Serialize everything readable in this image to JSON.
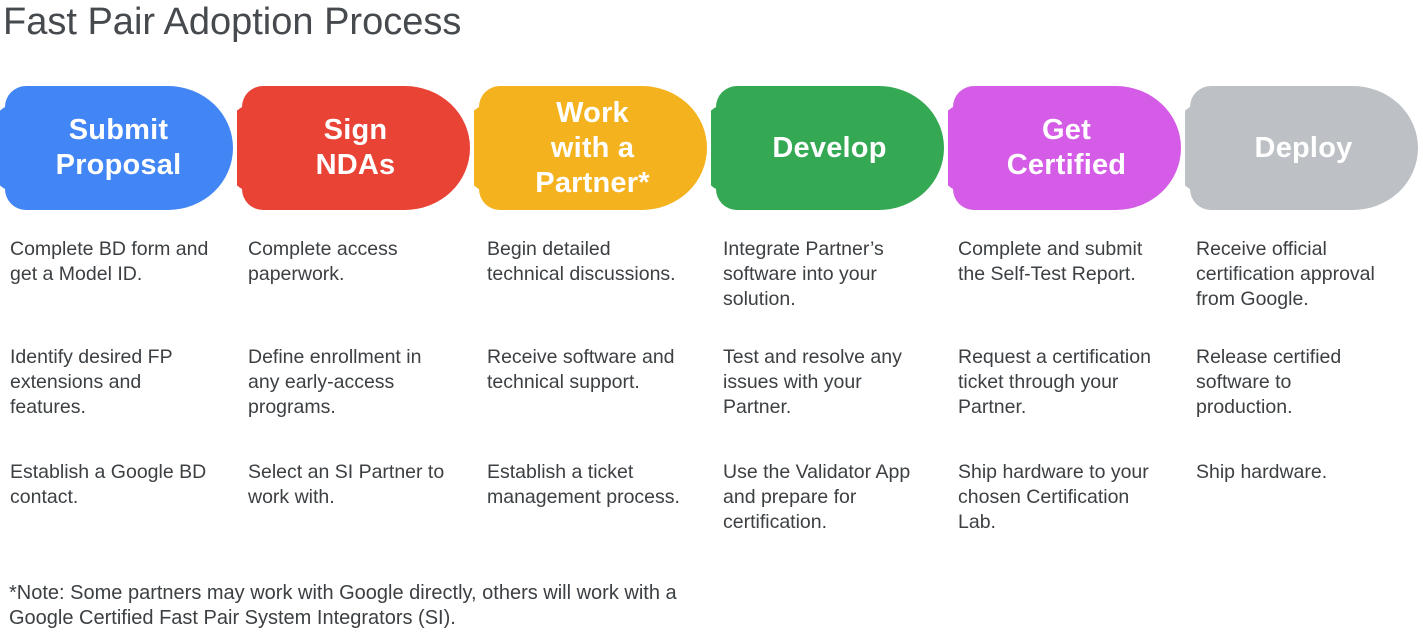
{
  "title": "Fast Pair Adoption Process",
  "footnote": "*Note: Some partners may work with Google directly, others will work with a\nGoogle Certified Fast Pair System Integrators (SI).",
  "colors": {
    "blue": "#4285F4",
    "red": "#E94335",
    "yellow": "#F4B21E",
    "green": "#34A853",
    "magenta": "#D55CE6",
    "gray": "#BDC1C6",
    "label_text": "#FFFFFF",
    "body_text": "#3C4043"
  },
  "stages": [
    {
      "id": "submit-proposal",
      "label": "Submit\nProposal",
      "color": "#4285F4",
      "notes": [
        "Complete BD form and\nget a Model ID.",
        "Identify desired FP\nextensions and\nfeatures.",
        "Establish a Google BD\ncontact."
      ]
    },
    {
      "id": "sign-ndas",
      "label": "Sign\nNDAs",
      "color": "#E94335",
      "notes": [
        "Complete access\npaperwork.",
        "Define enrollment in\nany early-access\nprograms.",
        "Select an SI Partner to\nwork with."
      ]
    },
    {
      "id": "work-with-a-partner",
      "label": "Work\nwith a\nPartner*",
      "color": "#F4B21E",
      "notes": [
        "Begin detailed\ntechnical discussions.",
        "Receive software and\ntechnical support.",
        "Establish a ticket\nmanagement process."
      ]
    },
    {
      "id": "develop",
      "label": "Develop",
      "color": "#34A853",
      "notes": [
        "Integrate Partner’s\nsoftware into your\nsolution.",
        "Test and resolve any\nissues with your\nPartner.",
        "Use the Validator App\nand prepare for\ncertification."
      ]
    },
    {
      "id": "get-certified",
      "label": "Get\nCertified",
      "color": "#D55CE6",
      "notes": [
        "Complete and submit\nthe Self-Test Report.",
        "Request a certification\nticket through your\nPartner.",
        "Ship hardware to your\nchosen Certification\nLab."
      ]
    },
    {
      "id": "deploy",
      "label": "Deploy",
      "color": "#BDC1C6",
      "notes": [
        "Receive official\ncertification approval\nfrom Google.",
        "Release certified\nsoftware to\nproduction.",
        "Ship hardware."
      ]
    }
  ]
}
